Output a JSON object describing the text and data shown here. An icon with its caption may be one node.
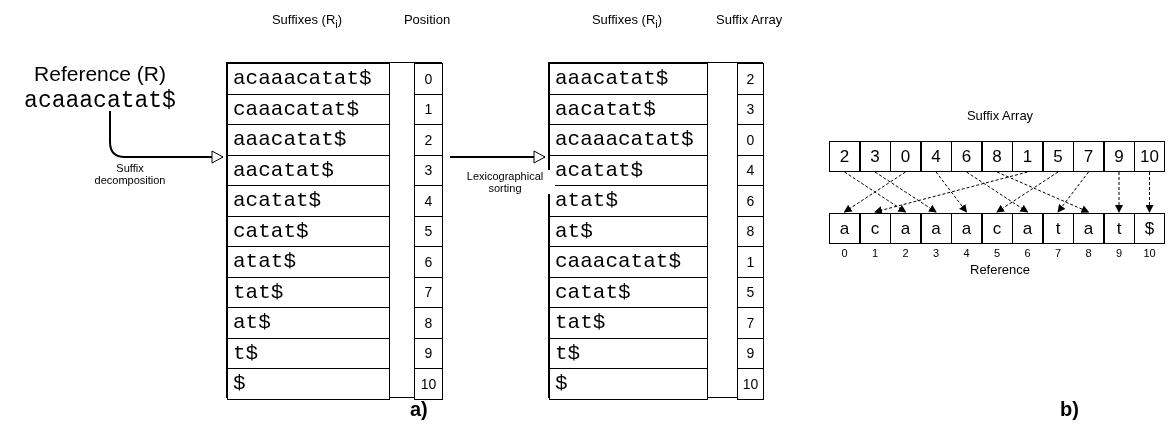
{
  "diagram": {
    "nodes": [
      {
        "text": [
          "Reference (R)",
          "acaaacatat$"
        ]
      },
      {
        "text": [],
        "shape": "box"
      },
      {
        "text": [],
        "shape": "box"
      },
      {
        "text": [
          "2"
        ]
      },
      {
        "text": [
          "3"
        ]
      },
      {
        "text": [
          "0"
        ]
      },
      {
        "text": [
          "4"
        ]
      },
      {
        "text": [
          "6"
        ]
      },
      {
        "text": [
          "8"
        ]
      },
      {
        "text": [
          "1"
        ]
      },
      {
        "text": [
          "5"
        ]
      },
      {
        "text": [
          "7"
        ]
      },
      {
        "text": [
          "9"
        ]
      },
      {
        "text": [
          "10"
        ]
      },
      {
        "text": [
          "a"
        ],
        "beside": [
          "0"
        ]
      },
      {
        "text": [
          "c"
        ],
        "beside": [
          "1"
        ]
      },
      {
        "text": [
          "a"
        ],
        "beside": [
          "2"
        ]
      },
      {
        "text": [
          "a"
        ],
        "beside": [
          "3"
        ]
      },
      {
        "text": [
          "a"
        ],
        "beside": [
          "4"
        ]
      },
      {
        "text": [
          "c"
        ],
        "beside": [
          "5"
        ]
      },
      {
        "text": [
          "a"
        ],
        "beside": [
          "6"
        ]
      },
      {
        "text": [
          "t"
        ],
        "beside": [
          "7"
        ]
      },
      {
        "text": [
          "a"
        ],
        "beside": [
          "8"
        ]
      },
      {
        "text": [
          "t"
        ],
        "beside": [
          "9"
        ]
      },
      {
        "text": [
          "$"
        ],
        "beside": [
          "10"
        ]
      }
    ],
    "edges": [
      {
        "from": 0,
        "to": 1,
        "arrow": "to",
        "label": "Suffix decomposition"
      },
      {
        "from": 1,
        "to": 2,
        "arrow": "to",
        "label": "Lexicographical sorting"
      },
      {
        "from": 3,
        "to": 16,
        "arrow": "to",
        "style": "dashed"
      },
      {
        "from": 4,
        "to": 17,
        "arrow": "to",
        "style": "dashed"
      },
      {
        "from": 5,
        "to": 14,
        "arrow": "to",
        "style": "dashed"
      },
      {
        "from": 6,
        "to": 18,
        "arrow": "to",
        "style": "dashed"
      },
      {
        "from": 7,
        "to": 20,
        "arrow": "to",
        "style": "dashed"
      },
      {
        "from": 8,
        "to": 22,
        "arrow": "to",
        "style": "dashed"
      },
      {
        "from": 9,
        "to": 15,
        "arrow": "to",
        "style": "dashed"
      },
      {
        "from": 10,
        "to": 19,
        "arrow": "to",
        "style": "dashed"
      },
      {
        "from": 11,
        "to": 21,
        "arrow": "to",
        "style": "dashed"
      },
      {
        "from": 12,
        "to": 23,
        "arrow": "to",
        "style": "dashed"
      },
      {
        "from": 13,
        "to": 24,
        "arrow": "to",
        "style": "dashed"
      }
    ],
    "labels": [
      "Suffixes (R$_{i}$)",
      "Position",
      "Suffixes (R$_{i}$)",
      "Suffix Array",
      "acaaacatat$",
      "0",
      "caaacatat$",
      "1",
      "aaacatat$",
      "2",
      "aacatat$",
      "3",
      "acatat$",
      "4",
      "catat$",
      "5",
      "atat$",
      "6",
      "tat$",
      "7",
      "at$",
      "8",
      "t$",
      "9",
      "$",
      "10",
      "aaacatat$",
      "2",
      "aacatat$",
      "3",
      "acaaacatat$",
      "0",
      "acatat$",
      "4",
      "atat$",
      "6",
      "at$",
      "8",
      "caaacatat$",
      "1",
      "catat$",
      "5",
      "tat$",
      "7",
      "t$",
      "9",
      "$",
      "10",
      "Suffix Array",
      "Reference",
      "a)",
      "b)"
    ]
  }
}
